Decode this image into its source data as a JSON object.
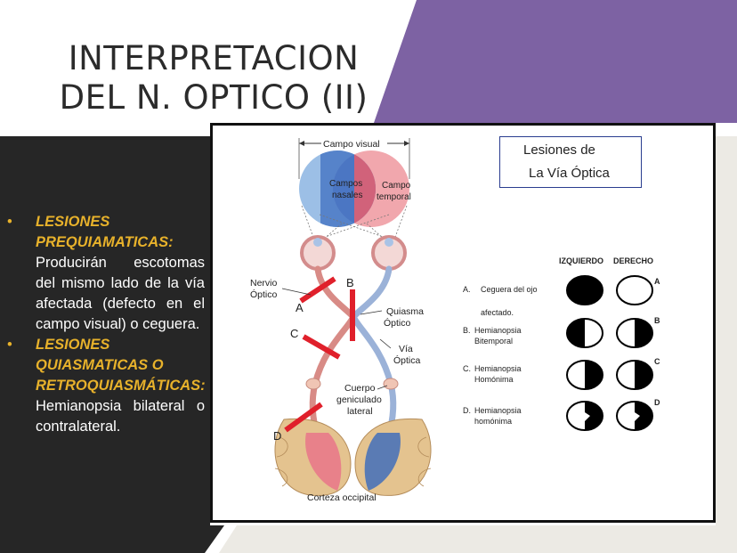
{
  "slide": {
    "title_line1": "INTERPRETACION",
    "title_line2": "DEL N. OPTICO (II)"
  },
  "bullets": [
    {
      "heading": "LESIONES PREQUIAMATICAS:",
      "text": "Producirán escotomas del mismo lado de la vía afectada (defecto en el campo visual) o ceguera."
    },
    {
      "heading": "LESIONES QUIASMATICAS O RETROQUIASMÁTICAS:",
      "text": "Hemianopsia bilateral o contralateral."
    }
  ],
  "figure": {
    "campo_visual": "Campo visual",
    "campos_nasales_1": "Campos",
    "campos_nasales_2": "nasales",
    "campo_temporal_1": "Campo",
    "campo_temporal_2": "temporal",
    "nervio_optico_1": "Nervio",
    "nervio_optico_2": "Óptico",
    "quiasma_1": "Quiasma",
    "quiasma_2": "Óptico",
    "via_1": "Vía",
    "via_2": "Óptica",
    "cuerpo_1": "Cuerpo",
    "cuerpo_2": "geniculado",
    "cuerpo_3": "lateral",
    "corteza": "Corteza occipital",
    "lesion_a": "A",
    "lesion_b": "B",
    "lesion_c": "C",
    "lesion_d": "D",
    "lesiones_title_1": "Lesiones de",
    "lesiones_title_2": "La Vía Óptica",
    "col_izq": "IZQUIERDO",
    "col_der": "DERECHO",
    "legend": [
      {
        "letter": "A.",
        "line1": "Ceguera del ojo",
        "line2": "afectado."
      },
      {
        "letter": "B.",
        "line1": "Hemianopsia",
        "line2": "Bitemporal"
      },
      {
        "letter": "C.",
        "line1": "Hemianopsia",
        "line2": "Homónima"
      },
      {
        "letter": "D.",
        "line1": "Hemianopsia",
        "line2": "homónima"
      }
    ],
    "row_marks": [
      "A",
      "B",
      "C",
      "D"
    ]
  },
  "colors": {
    "purple": "#7d62a3",
    "dark_panel": "#262626",
    "accent_yellow": "#e8b22b",
    "left_field_blue": "#5b8fd0",
    "right_field_red": "#e8606f",
    "lesion_red": "#e0202b"
  }
}
